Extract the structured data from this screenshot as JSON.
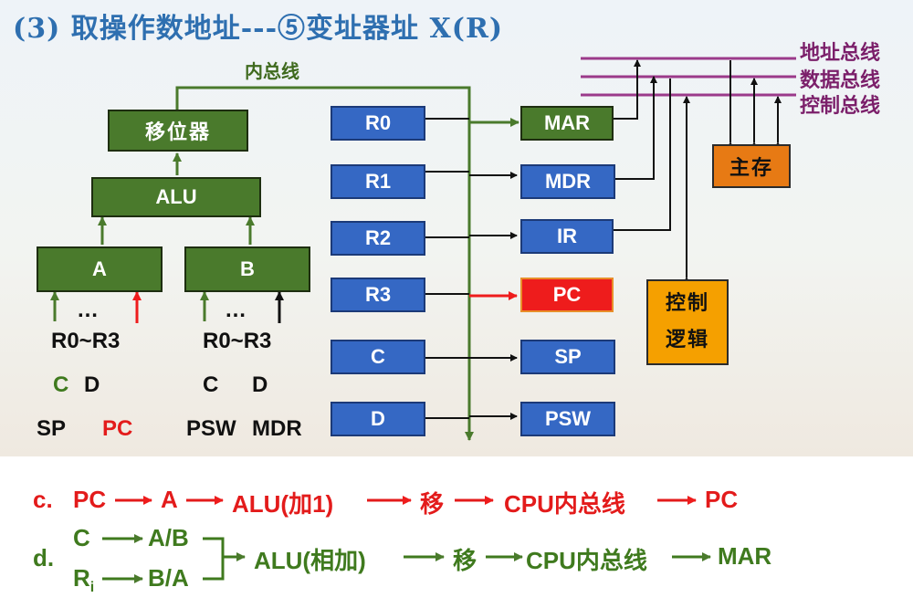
{
  "title": "(3) 取操作数地址---⑤变址器址 X(R)",
  "internal_bus_label": "内总线",
  "system_buses": [
    "地址总线",
    "数据总线",
    "控制总线"
  ],
  "alu_section": {
    "shifter": "移位器",
    "alu": "ALU",
    "reg_a": "A",
    "reg_b": "B",
    "dots_left": "…",
    "dots_right": "…",
    "left_inputs": [
      "R0~R3",
      "C",
      "D",
      "SP",
      "PC"
    ],
    "right_inputs": [
      "R0~R3",
      "C",
      "D",
      "PSW",
      "MDR"
    ]
  },
  "general_registers": [
    "R0",
    "R1",
    "R2",
    "R3",
    "C",
    "D"
  ],
  "special_registers": [
    "MAR",
    "MDR",
    "IR",
    "PC",
    "SP",
    "PSW"
  ],
  "memory": "主存",
  "control_logic": "控制逻辑",
  "steps": {
    "c": {
      "label": "c.",
      "items": [
        "PC",
        "A",
        "ALU(加1)",
        "移",
        "CPU内总线",
        "PC"
      ]
    },
    "d": {
      "label": "d.",
      "row1": [
        "C",
        "A/B"
      ],
      "row2_base": "R",
      "row2_sub": "i",
      "row2_target": "B/A",
      "items": [
        "ALU(相加)",
        "移",
        "CPU内总线",
        "MAR"
      ]
    }
  },
  "colors": {
    "green_box": "#4a7a2c",
    "blue_box": "#3568c4",
    "pc_box": "#ee1c1c",
    "bus": "#9b3a8a",
    "internal_bus": "#4a7a2c",
    "step_c": "#e31b1b",
    "step_d": "#3f7a1e"
  }
}
